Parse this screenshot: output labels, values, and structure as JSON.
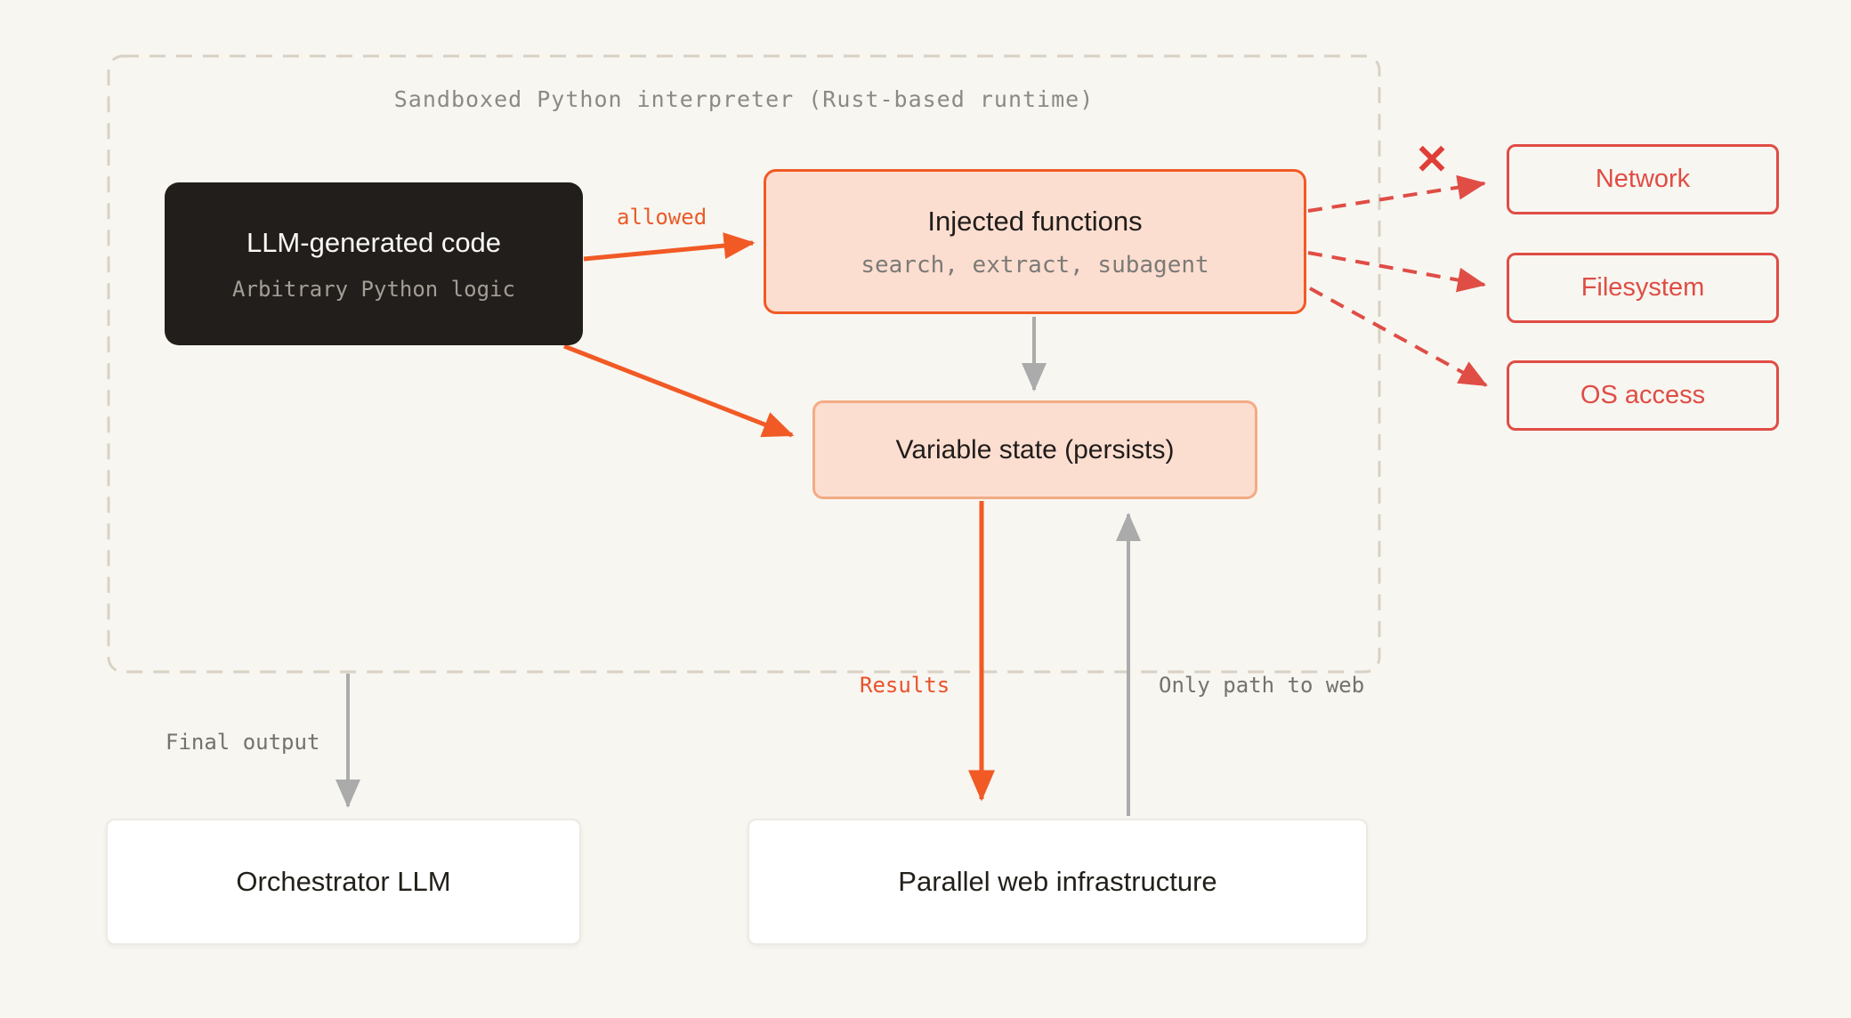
{
  "sandbox": {
    "title": "Sandboxed Python interpreter (Rust-based runtime)"
  },
  "nodes": {
    "llm_code": {
      "title": "LLM-generated code",
      "subtitle": "Arbitrary Python logic"
    },
    "injected": {
      "title": "Injected functions",
      "subtitle": "search, extract, subagent"
    },
    "variable_state": {
      "title": "Variable state (persists)"
    },
    "blocked": [
      {
        "label": "Network"
      },
      {
        "label": "Filesystem"
      },
      {
        "label": "OS access"
      }
    ],
    "orchestrator": {
      "title": "Orchestrator LLM"
    },
    "web_infra": {
      "title": "Parallel web infrastructure"
    }
  },
  "labels": {
    "allowed": "allowed",
    "results": "Results",
    "only_path": "Only path to web",
    "final_output": "Final output",
    "x_mark": "✕"
  },
  "colors": {
    "background": "#F8F6F1",
    "sandbox_border": "#D9D2C3",
    "dark_node": "#221E1B",
    "peach_fill": "#FCDED0",
    "orange_accent": "#F15A25",
    "soft_orange_border": "#F3AB84",
    "red_blocked": "#DF4D45",
    "gray_arrow": "#ABABAB",
    "muted_text": "#8A8A85"
  }
}
